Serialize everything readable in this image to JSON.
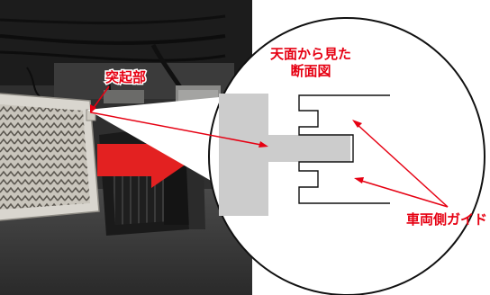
{
  "labels": {
    "protrusion": "突起部",
    "top_view_line1": "天面から見た",
    "top_view_line2": "断面図",
    "vehicle_guide": "車両側ガイド"
  },
  "colors": {
    "label_red": "#e60012",
    "arrow_red": "#e32121",
    "section_gray": "#cccccc",
    "outline": "#111111",
    "filter_frame": "#d9d6cf"
  }
}
